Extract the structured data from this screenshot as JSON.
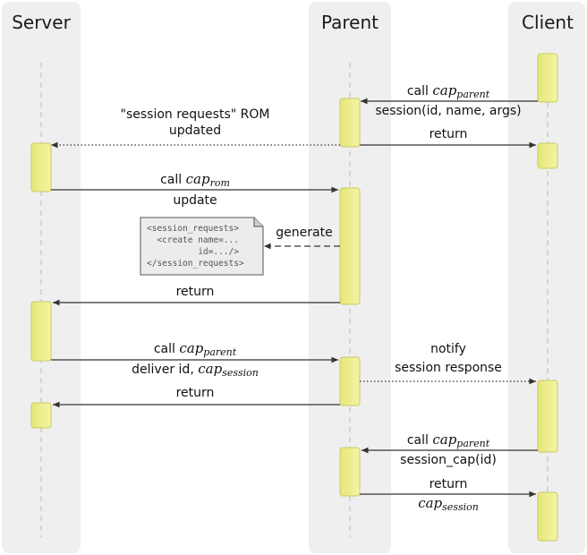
{
  "lanes": {
    "server": "Server",
    "parent": "Parent",
    "client": "Client"
  },
  "messages": {
    "m1_call": "call ",
    "m1_cap": "cap",
    "m1_sub": "parent",
    "m1_args": "session(id, name, args)",
    "m2_line1": "\"session requests\" ROM",
    "m2_line2": "updated",
    "m3_return": "return",
    "m4_call": "call ",
    "m4_cap": "cap",
    "m4_sub": "rom",
    "m4_update": "update",
    "m5_generate": "generate",
    "m6_return": "return",
    "m7_call": "call ",
    "m7_cap": "cap",
    "m7_sub": "parent",
    "m7_deliver": "deliver id, ",
    "m7_cap2": "cap",
    "m7_sub2": "session",
    "m8_line1": "notify",
    "m8_line2": "session response",
    "m9_return": "return",
    "m10_call": "call ",
    "m10_cap": "cap",
    "m10_sub": "parent",
    "m10_args": "session_cap(id)",
    "m11_return": "return",
    "m11_cap": "cap",
    "m11_sub": "session"
  },
  "note": {
    "line1": "<session_requests>",
    "line2": "  <create name=...",
    "line3": "          id=.../>",
    "line4": "</session_requests>"
  }
}
